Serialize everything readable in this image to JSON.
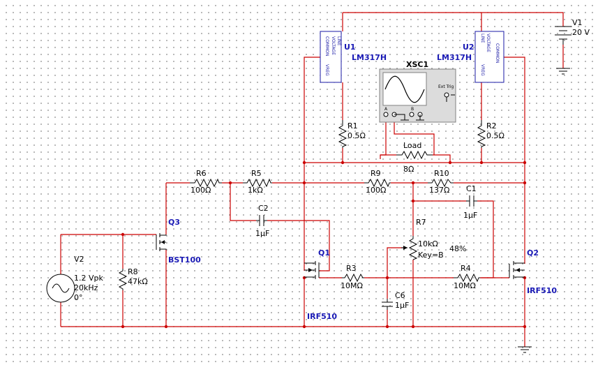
{
  "colors": {
    "wire": "#cc0000",
    "component": "#000000",
    "ref_label": "#1a1ab5",
    "grid": "#7a7a7a"
  },
  "components": {
    "V1": {
      "ref": "V1",
      "value": "20 V"
    },
    "V2": {
      "ref": "V2",
      "amplitude": "1.2 Vpk",
      "frequency": "20kHz",
      "phase": "0°"
    },
    "U1": {
      "ref": "U1",
      "part": "LM317H",
      "pins": [
        "COMMON",
        "VOLTAGE",
        "LINE",
        "VREG"
      ]
    },
    "U2": {
      "ref": "U2",
      "part": "LM317H",
      "pins": [
        "LINE",
        "VOLTAGE",
        "COMMON",
        "VREG"
      ]
    },
    "XSC1": {
      "ref": "XSC1",
      "ext_trig": "Ext Trig",
      "ch_a": "A",
      "ch_b": "B"
    },
    "R1": {
      "ref": "R1",
      "value": "0.5Ω"
    },
    "R2": {
      "ref": "R2",
      "value": "0.5Ω"
    },
    "Load": {
      "ref": "Load",
      "value": "8Ω"
    },
    "R3": {
      "ref": "R3",
      "value": "10MΩ"
    },
    "R4": {
      "ref": "R4",
      "value": "10MΩ"
    },
    "R5": {
      "ref": "R5",
      "value": "1kΩ"
    },
    "R6": {
      "ref": "R6",
      "value": "100Ω"
    },
    "R7": {
      "ref": "R7",
      "value": "10kΩ",
      "key": "Key=B",
      "setting": "48%"
    },
    "R8": {
      "ref": "R8",
      "value": "47kΩ"
    },
    "R9": {
      "ref": "R9",
      "value": "100Ω"
    },
    "R10": {
      "ref": "R10",
      "value": "137Ω"
    },
    "C1": {
      "ref": "C1",
      "value": "1µF"
    },
    "C2": {
      "ref": "C2",
      "value": "1µF"
    },
    "C6": {
      "ref": "C6",
      "value": "1µF"
    },
    "Q1": {
      "ref": "Q1",
      "part": "IRF510"
    },
    "Q2": {
      "ref": "Q2",
      "part": "IRF510"
    },
    "Q3": {
      "ref": "Q3",
      "part": "BST100"
    }
  }
}
